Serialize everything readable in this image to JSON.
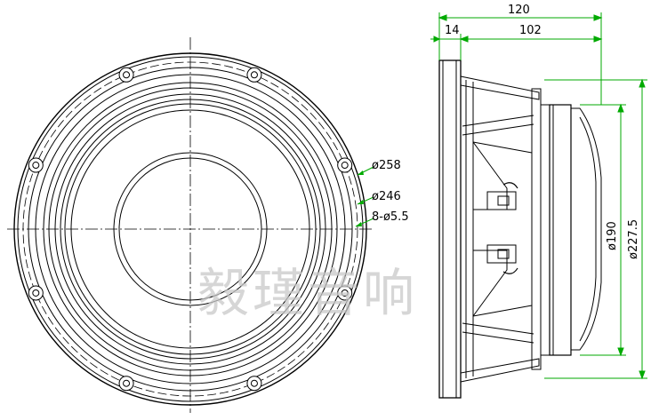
{
  "front_view": {
    "callouts": {
      "outer_diameter": "ø258",
      "mount_circle": "ø246",
      "holes": "8-ø5.5"
    }
  },
  "side_view": {
    "dims": {
      "total_depth": "120",
      "flange": "14",
      "body_depth": "102",
      "magnet_dia": "ø190",
      "cutout_dia": "ø227.5"
    }
  },
  "watermark": "毅瑾音响",
  "colors": {
    "line": "#000000",
    "dimension": "#00aa00",
    "watermark": "#c9c9c9"
  }
}
